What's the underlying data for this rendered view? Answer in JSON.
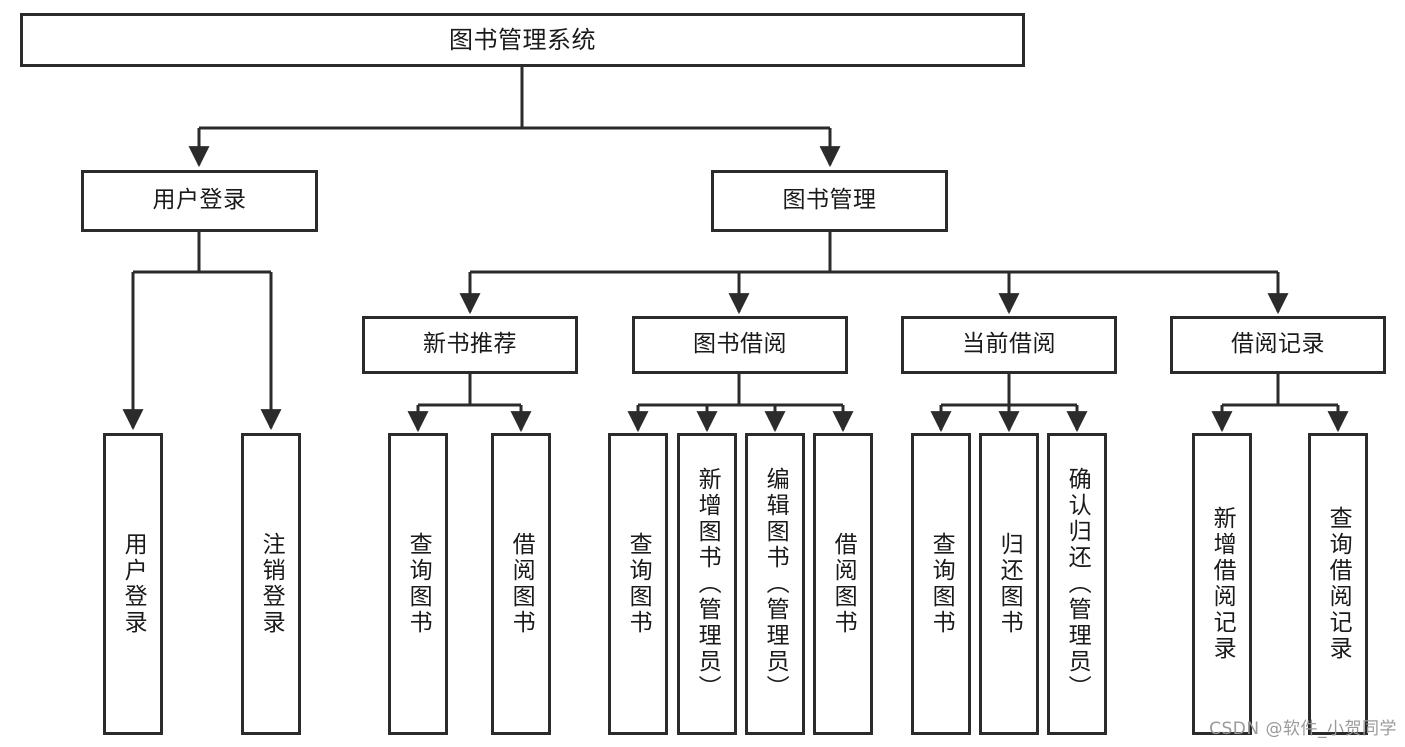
{
  "diagram": {
    "title": "图书管理系统",
    "type": "tree",
    "watermark": "CSDN @软件_小贺同学",
    "colors": {
      "box_border": "#2b2b2b",
      "box_fill": "#ffffff",
      "connector": "#2b2b2b",
      "text": "#1a1a1a",
      "watermark": "#9a9a9a",
      "background": "#ffffff"
    },
    "nodes": {
      "root": {
        "label": "图书管理系统"
      },
      "level1": [
        {
          "label": "用户登录"
        },
        {
          "label": "图书管理"
        }
      ],
      "level2": [
        {
          "label": "新书推荐"
        },
        {
          "label": "图书借阅"
        },
        {
          "label": "当前借阅"
        },
        {
          "label": "借阅记录"
        }
      ],
      "leaves": {
        "user_login": [
          {
            "label": "用户登录"
          },
          {
            "label": "注销登录"
          }
        ],
        "new_book_recommend": [
          {
            "label": "查询图书"
          },
          {
            "label": "借阅图书"
          }
        ],
        "book_borrow": [
          {
            "label": "查询图书"
          },
          {
            "label": "新增图书（管理员）"
          },
          {
            "label": "编辑图书（管理员）"
          },
          {
            "label": "借阅图书"
          }
        ],
        "current_borrow": [
          {
            "label": "查询图书"
          },
          {
            "label": "归还图书"
          },
          {
            "label": "确认归还（管理员）"
          }
        ],
        "borrow_record": [
          {
            "label": "新增借阅记录"
          },
          {
            "label": "查询借阅记录"
          }
        ]
      }
    }
  }
}
